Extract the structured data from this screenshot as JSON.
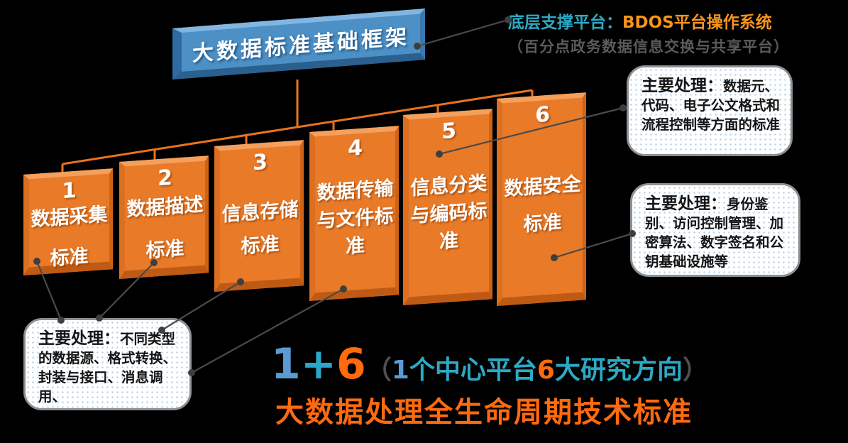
{
  "background": "#000000",
  "title_box": {
    "text": "大数据标准基础框架"
  },
  "support_platform": {
    "label": "底层支撑平台：",
    "value": "BDOS平台操作系统",
    "subtitle": "（百分点政务数据信息交换与共享平台）"
  },
  "pillars": [
    {
      "number": "1",
      "name_lines": [
        "数据采集"
      ],
      "suffix": "标准"
    },
    {
      "number": "2",
      "name_lines": [
        "数据描述"
      ],
      "suffix": "标准"
    },
    {
      "number": "3",
      "name_lines": [
        "信息存储"
      ],
      "suffix": "标准"
    },
    {
      "number": "4",
      "name_lines": [
        "数据传输",
        "与文件标"
      ],
      "suffix": "准"
    },
    {
      "number": "5",
      "name_lines": [
        "信息分类",
        "与编码标"
      ],
      "suffix": "准"
    },
    {
      "number": "6",
      "name_lines": [
        "数据安全"
      ],
      "suffix": "标准"
    }
  ],
  "callouts": {
    "format": {
      "label": "主要处理：",
      "body": "数据元、代码、电子公文格式和流程控制等方面的标准"
    },
    "security": {
      "label": "主要处理：",
      "body": "身份鉴别、访问控制管理、加密算法、数字签名和公钥基础设施等"
    },
    "collection": {
      "label": "主要处理：",
      "body": "不同类型的数据源、格式转换、封装与接口、消息调用、"
    }
  },
  "footer": {
    "formula": [
      {
        "text": "1",
        "color": "#5B9BD5"
      },
      {
        "text": "+",
        "color": "#2BA8C8"
      },
      {
        "text": "6",
        "color": "#FF6A0F"
      }
    ],
    "paren": [
      {
        "text": "（",
        "color": "#4F4F4F"
      },
      {
        "text": "1",
        "color": "#5B9BD5"
      },
      {
        "text": "个中心平台",
        "color": "#2CA9C4"
      },
      {
        "text": "6",
        "color": "#FF6A0F"
      },
      {
        "text": "大研究方向",
        "color": "#2CA9C4"
      },
      {
        "text": "）",
        "color": "#4F4F4F"
      }
    ],
    "subtitle": "大数据处理全生命周期技术标准"
  },
  "colors": {
    "pillar_face": "#E87A28",
    "pillar_bevel_dark": "#BF5A14",
    "pillar_bevel_light": "#F4A05C",
    "title_face": "#4C90C6",
    "bracket_line": "#E8731E",
    "connector_line": "#4A4A4A",
    "teal_accent": "#2CA9C4",
    "orange_accent": "#F8941D",
    "footer_orange": "#FF6A0F",
    "callout_border": "#8F8F8F"
  }
}
